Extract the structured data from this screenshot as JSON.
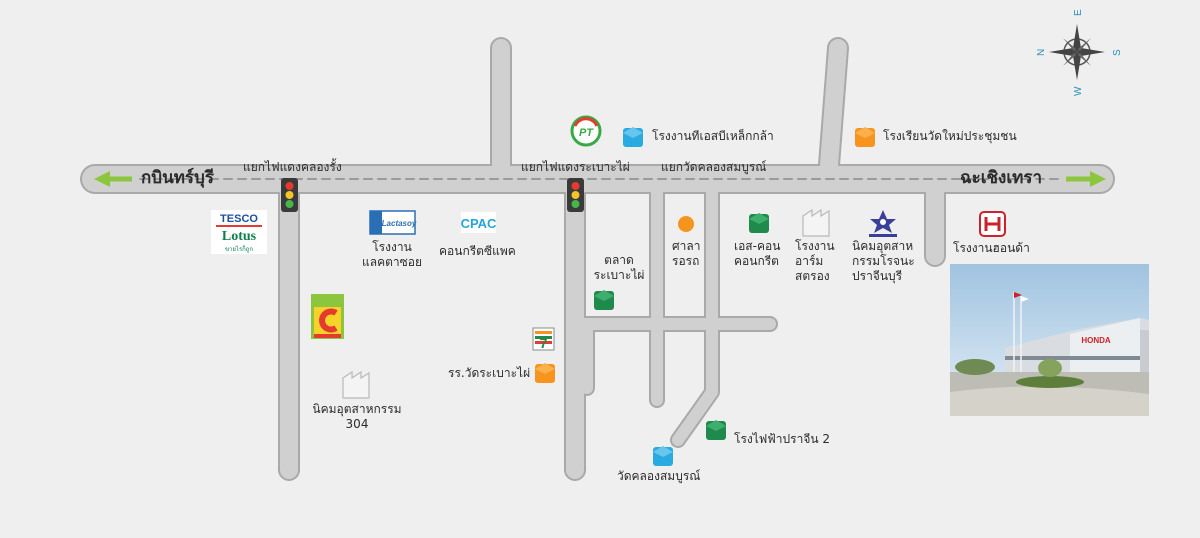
{
  "roads": {
    "west_label": "กบินทร์บุรี",
    "east_label": "ฉะเชิงเทรา"
  },
  "compass": {
    "north": "N",
    "east": "E",
    "south": "S",
    "west": "W"
  },
  "intersections": {
    "khlong_rang": "แยกไฟแดงคลองรั้ง",
    "rabao_phai": "แยกไฟแดงระเบาะไผ่",
    "wat_khlong_sombun": "แยกวัดคลองสมบูรณ์"
  },
  "places": {
    "tesco": {
      "line1": "TESCO",
      "line2": "Lotus",
      "line3": "ขายไรก็ถูก"
    },
    "lactasoy_logo": "Lactasoy",
    "lactasoy": "โรงงาน\nแลคตาซอย",
    "cpac_logo": "CPAC",
    "cpac": "คอนกรีตซีแพค",
    "industrial_304": "นิคมอุตสาหกรรม\n304",
    "rabao_market": "ตลาด\nระเบาะไผ่",
    "sala": "ศาลา\nรอรถ",
    "s_con": "เอส-คอน\nคอนกรีต",
    "arm": "โรงงาน\nอาร์ม\nสตรอง",
    "prachinburi_estate": "นิคมอุตสาห\nกรรมโรจนะ\nปราจีนบุรี",
    "honda": "โรงงานฮอนด้า",
    "steel": "โรงงานทีเอสบีเหล็กกล้า",
    "school_wat_mai": "โรงเรียนวัดใหม่ประชุมชน",
    "school_rabao": "รร.วัดระเบาะไผ่",
    "power_plant": "โรงไฟฟ้าปราจีน 2",
    "wat_khlong_sombun": "วัดคลองสมบูรณ์",
    "seven_eleven": "7",
    "pt_logo": "PT",
    "honda_photo_sign": "HONDA"
  },
  "colors": {
    "background": "#efefef",
    "road": "#c8c8c8",
    "road_edge": "#a9a9a9",
    "accent_green": "#8cc63f",
    "marker_orange": "#f7941d",
    "marker_blue": "#29abe2",
    "marker_green": "#1e8a4c"
  }
}
